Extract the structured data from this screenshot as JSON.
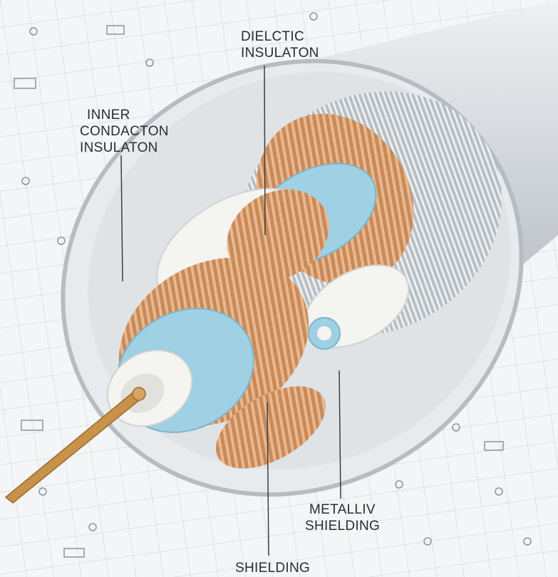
{
  "labels": {
    "dielectric": {
      "line1": "DIELCTIC",
      "line2": "INSULATON"
    },
    "inner": {
      "line1": "INNER",
      "line2": "CONDACTON",
      "line3": "INSULATON"
    },
    "metallic": {
      "line1": "METALLIV",
      "line2": "SHIELDING"
    },
    "shielding": {
      "line1": "SHIELDING"
    }
  },
  "colors": {
    "background": "#f3f5f6",
    "grid": "#c9d0d6",
    "jacket": "#c3c8cd",
    "jacket_highlight": "#eef1f3",
    "copper": "#c98a5a",
    "copper_light": "#e9b88e",
    "blue_insulation": "#9fd0e3",
    "white_insulation": "#f4f4f1",
    "silver": "#b9bec3",
    "conductor": "#c8924b",
    "leader": "#3a3d42"
  },
  "icons": [
    "conductor-wire",
    "copper-braid",
    "blue-dielectric-ring",
    "white-insulation-ring",
    "silver-shield",
    "outer-jacket"
  ]
}
